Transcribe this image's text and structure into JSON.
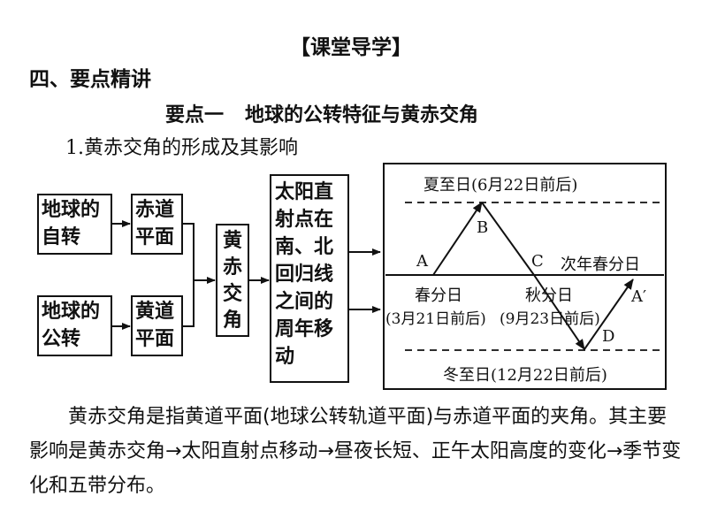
{
  "header": {
    "title": "【课堂导学】",
    "section": "四、要点精讲",
    "keypoint_label": "要点一",
    "keypoint_title": "地球的公转特征与黄赤交角",
    "subheading": "1.黄赤交角的形成及其影响"
  },
  "flow": {
    "earth_rotation": "地球的自转",
    "equator_plane": "赤道平面",
    "earth_revolution": "地球的公转",
    "ecliptic_plane": "黄道平面",
    "obliquity": "黄赤交角",
    "subsolar": "太阳直射点在南、北回归线之间的周年移动"
  },
  "diagram": {
    "summer_solstice": "夏至日(6月22日前后)",
    "winter_solstice": "冬至日(12月22日前后)",
    "spring_equinox": "春分日",
    "spring_date": "(3月21日前后)",
    "autumn_equinox": "秋分日",
    "autumn_date": "(9月23日前后)",
    "next_spring": "次年春分日",
    "point_a": "A",
    "point_b": "B",
    "point_c": "C",
    "point_d": "D",
    "point_a2": "A′"
  },
  "paragraph": "黄赤交角是指黄道平面(地球公转轨道平面)与赤道平面的夹角。其主要影响是黄赤交角→太阳直射点移动→昼夜长短、正午太阳高度的变化→季节变化和五带分布。"
}
